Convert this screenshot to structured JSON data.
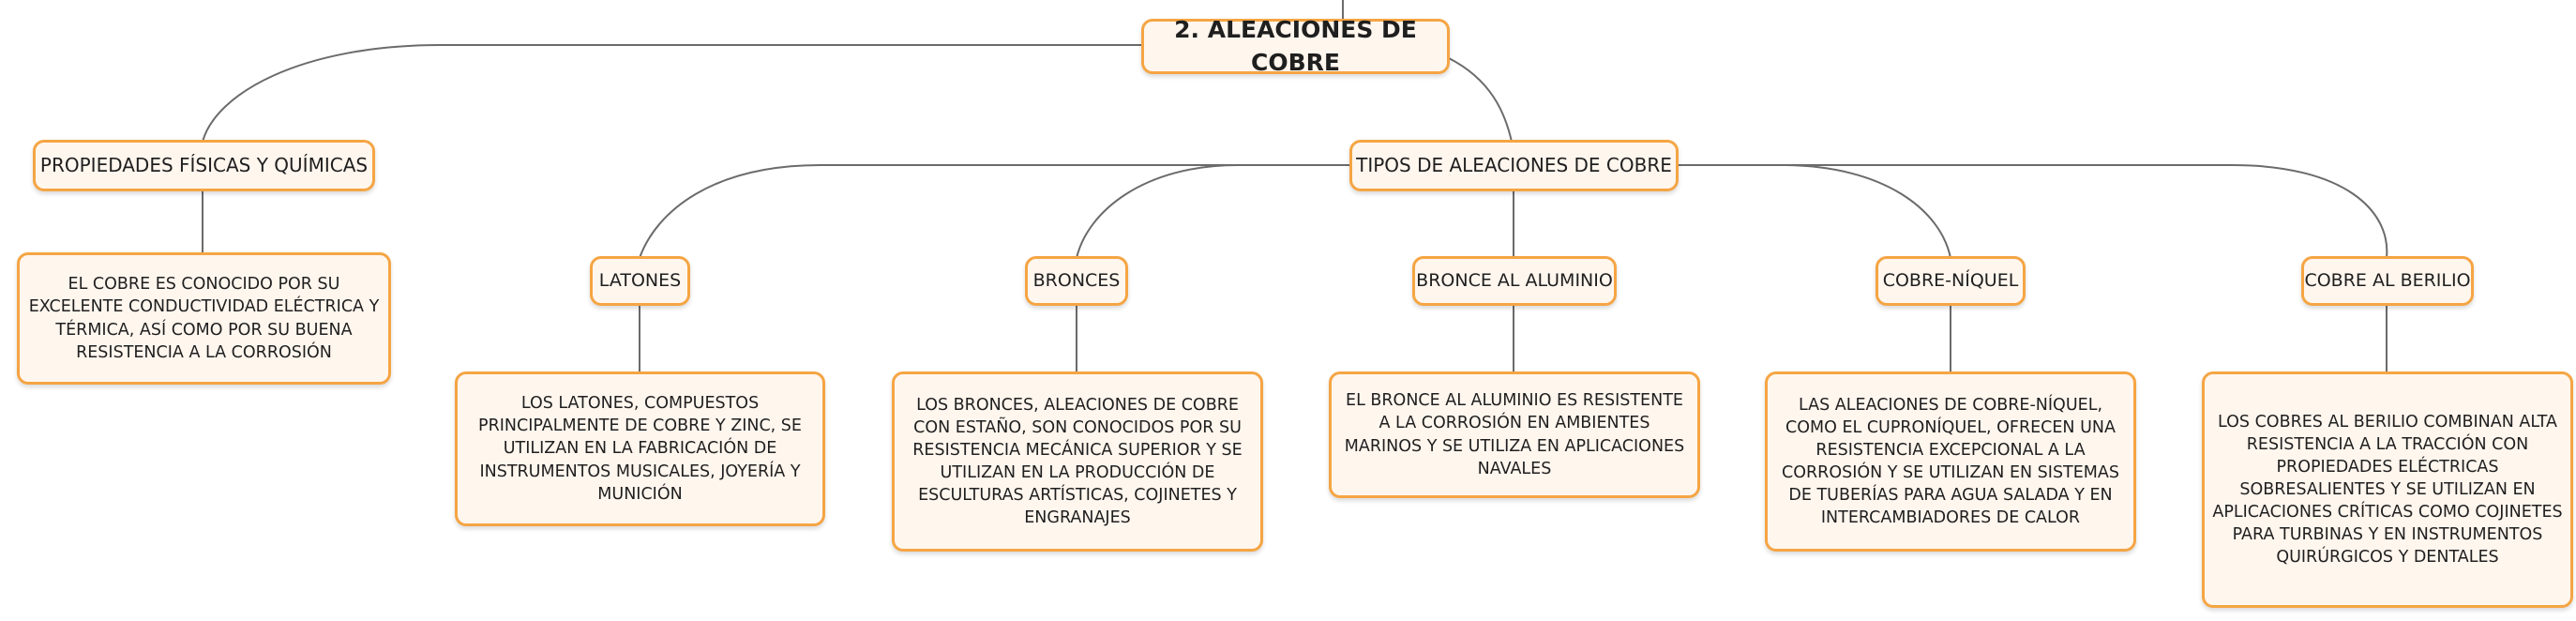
{
  "root": {
    "label": "2. ALEACIONES DE COBRE"
  },
  "propiedades": {
    "label": "PROPIEDADES FÍSICAS Y QUÍMICAS",
    "description": "EL COBRE ES CONOCIDO POR SU EXCELENTE CONDUCTIVIDAD ELÉCTRICA Y TÉRMICA, ASÍ COMO POR SU BUENA RESISTENCIA A LA CORROSIÓN"
  },
  "tipos": {
    "label": "TIPOS DE ALEACIONES DE COBRE",
    "items": [
      {
        "label": "LATONES",
        "description": "LOS LATONES, COMPUESTOS PRINCIPALMENTE DE COBRE Y ZINC, SE UTILIZAN EN LA FABRICACIÓN DE INSTRUMENTOS MUSICALES, JOYERÍA Y MUNICIÓN"
      },
      {
        "label": "BRONCES",
        "description": "LOS BRONCES, ALEACIONES DE COBRE CON ESTAÑO, SON CONOCIDOS POR SU RESISTENCIA MECÁNICA SUPERIOR Y SE UTILIZAN EN LA PRODUCCIÓN DE ESCULTURAS ARTÍSTICAS, COJINETES Y ENGRANAJES"
      },
      {
        "label": "BRONCE AL ALUMINIO",
        "description": "EL BRONCE AL ALUMINIO ES RESISTENTE A LA CORROSIÓN EN AMBIENTES MARINOS Y SE UTILIZA EN APLICACIONES NAVALES"
      },
      {
        "label": "COBRE-NÍQUEL",
        "description": "LAS ALEACIONES DE COBRE-NÍQUEL, COMO EL CUPRONÍQUEL, OFRECEN UNA RESISTENCIA EXCEPCIONAL A LA CORROSIÓN Y SE UTILIZAN EN SISTEMAS DE TUBERÍAS PARA AGUA SALADA Y EN INTERCAMBIADORES DE CALOR"
      },
      {
        "label": "COBRE AL BERILIO",
        "description": "LOS COBRES AL BERILIO COMBINAN ALTA RESISTENCIA A LA TRACCIÓN CON PROPIEDADES ELÉCTRICAS SOBRESALIENTES Y SE UTILIZAN EN APLICACIONES CRÍTICAS COMO COJINETES PARA TURBINAS Y EN INSTRUMENTOS QUIRÚRGICOS Y DENTALES"
      }
    ]
  },
  "colors": {
    "border": "#f5a544",
    "fill": "#fff6ee",
    "line": "#6b6b6b"
  }
}
